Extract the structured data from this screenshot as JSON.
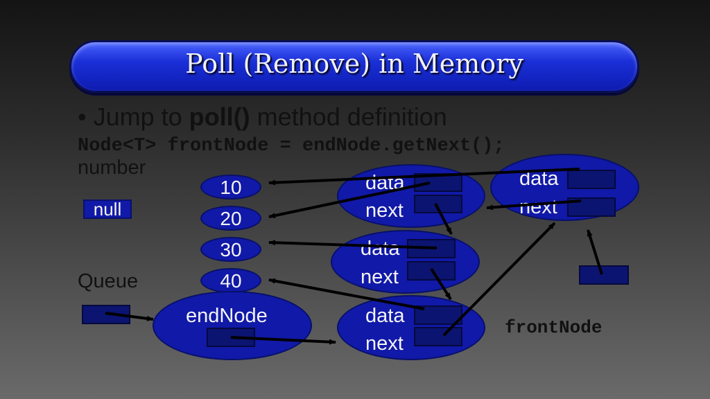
{
  "title": "Poll (Remove) in Memory",
  "bullet": {
    "prefix": "Jump to ",
    "bold": "poll()",
    "suffix": " method definition"
  },
  "code_line": "Node<T> frontNode = endNode.getNext();",
  "number_label": "number",
  "null_label": "null",
  "queue_label": "Queue",
  "values": [
    "10",
    "20",
    "30",
    "40"
  ],
  "end_node_label": "endNode",
  "node_labels": {
    "data": "data",
    "next": "next"
  },
  "front_node_label": "frontNode"
}
